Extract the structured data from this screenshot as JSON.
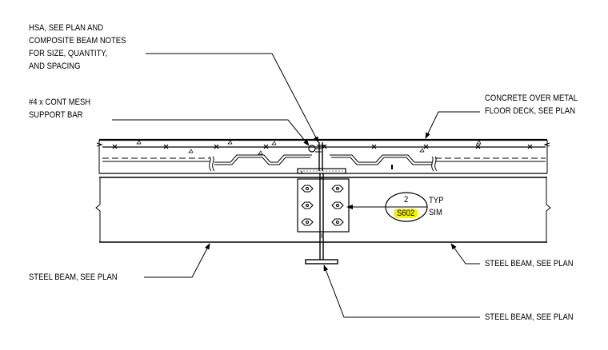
{
  "notes": {
    "hsa": [
      "HSA, SEE PLAN AND",
      "COMPOSITE BEAM NOTES",
      "FOR SIZE, QUANTITY,",
      "AND SPACING"
    ],
    "mesh": [
      "#4 x CONT MESH",
      "SUPPORT BAR"
    ],
    "concrete": [
      "CONCRETE OVER METAL",
      "FLOOR DECK, SEE PLAN"
    ],
    "beam_left": "STEEL BEAM, SEE PLAN",
    "beam_right": "STEEL BEAM, SEE PLAN",
    "beam_bottom": "STEEL BEAM, SEE PLAN"
  },
  "detail_ref": {
    "number": "2",
    "sheet": "S602",
    "typ": "TYP",
    "sim": "SIM",
    "highlight_color": "#f4f400"
  }
}
